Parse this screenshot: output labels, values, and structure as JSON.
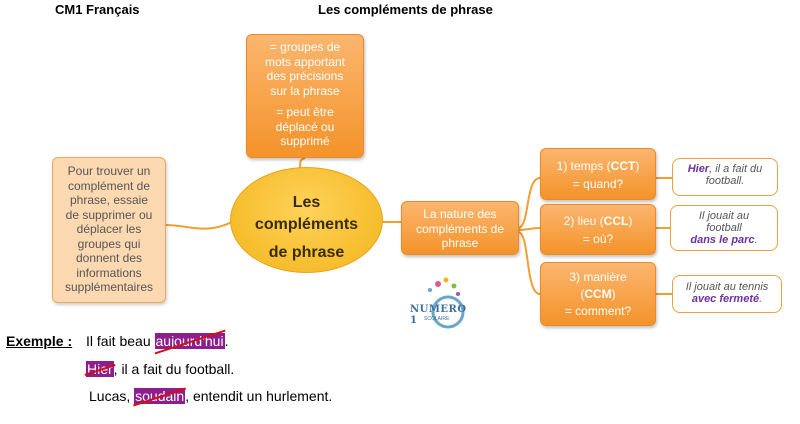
{
  "header": {
    "left": "CM1 Français",
    "center": "Les compléments de phrase"
  },
  "center_node": {
    "line1": "Les",
    "line2": "compléments",
    "line3": "de phrase"
  },
  "definition_box": {
    "lines": [
      "= groupes de",
      "mots  apportant",
      "des précisions",
      "sur la phrase",
      "",
      "= peut être",
      "déplacé ou",
      "supprimé"
    ]
  },
  "tip_box": {
    "lines": [
      "Pour trouver un",
      "complément de",
      "phrase, essaie",
      "de supprimer ou",
      "déplacer les",
      "groupes qui",
      "donnent des",
      "informations",
      "supplémentaires"
    ]
  },
  "nature_box": {
    "lines": [
      "La nature des",
      "compléments de",
      "phrase"
    ]
  },
  "types": [
    {
      "prefix": "1) temps (",
      "code": "CCT",
      "suffix": ")",
      "question": "= quand?"
    },
    {
      "prefix": "2) lieu (",
      "code": "CCL",
      "suffix": ")",
      "question": "= où?"
    },
    {
      "prefix": "3) manière",
      "code": "CCM",
      "suffix": ")",
      "question": "= comment?"
    }
  ],
  "examples_right": [
    {
      "b": "Hier",
      "rest1": ", il a fait du",
      "rest2": "football."
    },
    {
      "l1": "Il jouait au",
      "l2": "football",
      "b": "dans le parc",
      "end": "."
    },
    {
      "l1": "Il jouait au tennis",
      "b": "avec fermeté",
      "end": "."
    }
  ],
  "logo": {
    "text": "NUMERO 1",
    "sub": "SCOLAIRE"
  },
  "example_section": {
    "label": "Exemple :",
    "s1_before": "Il fait beau ",
    "s1_struck": "aujourd'hui",
    "s1_after": ".",
    "s2_struck": "Hier",
    "s2_after": ", il a fait du football.",
    "s3_before": "Lucas, ",
    "s3_struck": "soudain",
    "s3_after": ", entendit un hurlement."
  },
  "colors": {
    "accent_orange": "#f4932a",
    "center_yellow": "#f2b51a",
    "purple": "#7030a0",
    "strike_highlight": "#8e1e8e"
  }
}
